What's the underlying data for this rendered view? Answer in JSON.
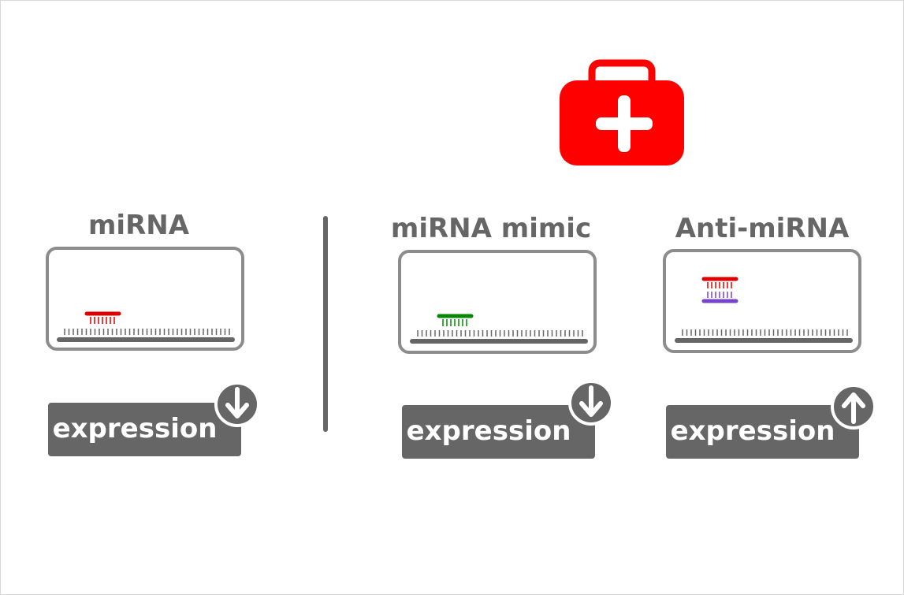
{
  "panels": [
    {
      "title": "miRNA",
      "badge_text": "expression",
      "arrow": "down"
    },
    {
      "title": "miRNA mimic",
      "badge_text": "expression",
      "arrow": "down"
    },
    {
      "title": "Anti-miRNA",
      "badge_text": "expression",
      "arrow": "up"
    }
  ],
  "icons": {
    "kit": "first-aid-kit-icon"
  },
  "colors": {
    "gray": "#666666",
    "box_border": "#8c8c8c",
    "kit_red": "#ff0000",
    "mirna_red": "#dd0000",
    "mimic_green": "#008800",
    "anti_purple": "#7744cc"
  }
}
